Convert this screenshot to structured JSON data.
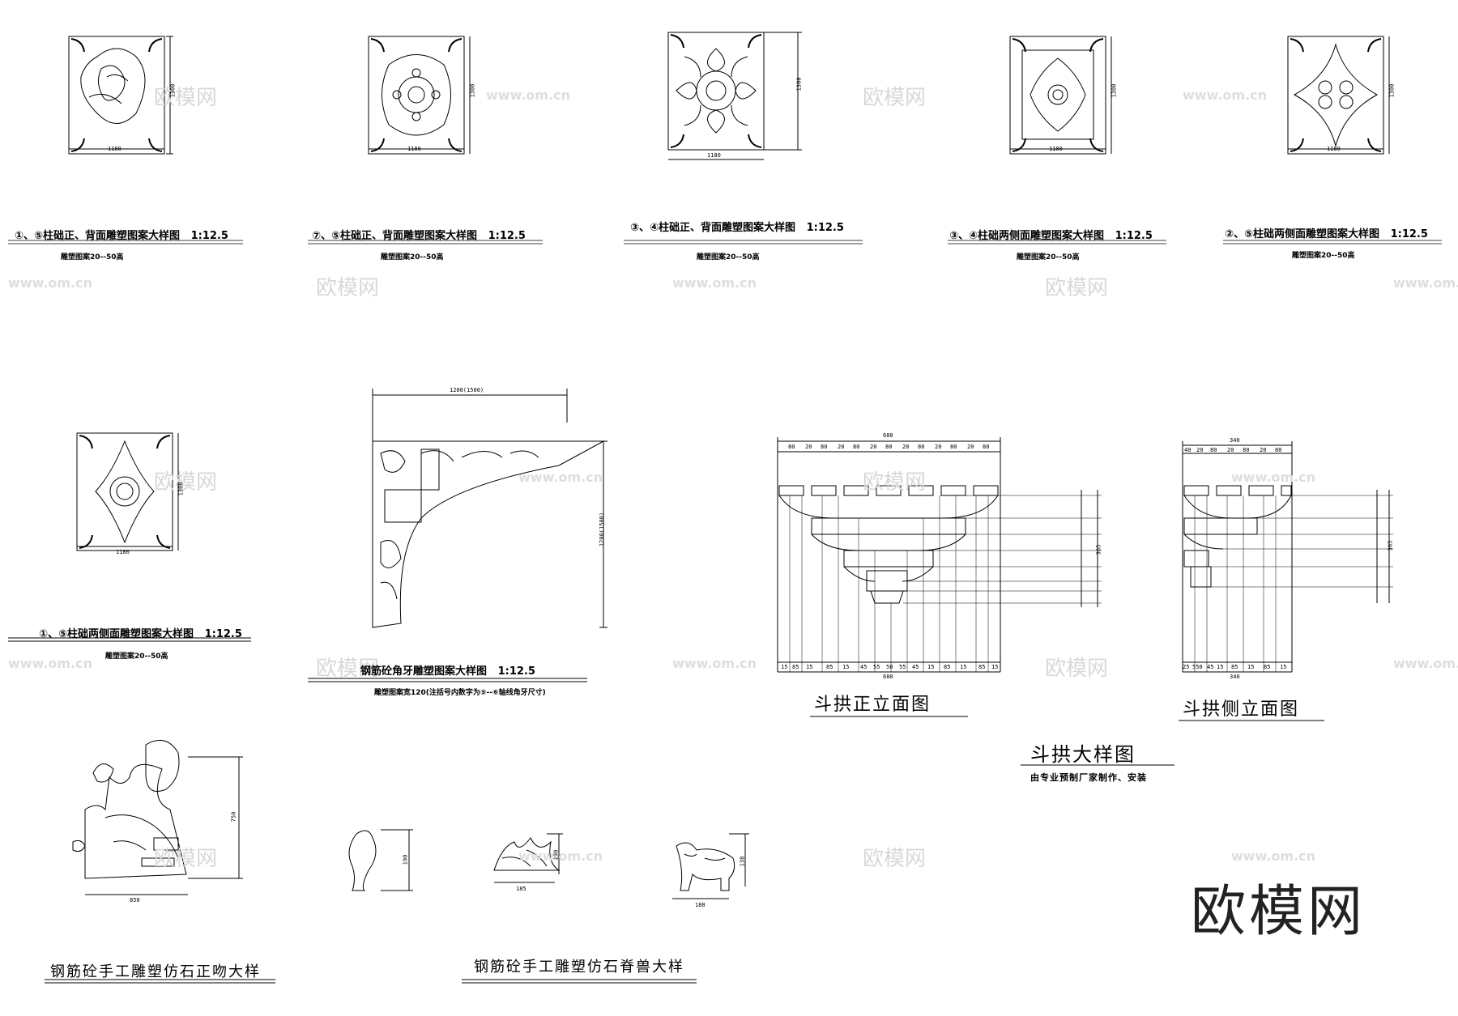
{
  "watermark": {
    "brand": "欧模网",
    "url": "www.om.cn"
  },
  "logo": {
    "text": "欧模网"
  },
  "panels": {
    "p1": {
      "title": "①、⑤柱础正、背面雕塑图案大样图",
      "scale": "1:12.5",
      "sub": "雕塑图案20--50高",
      "w": "1180",
      "h": "1300"
    },
    "p2": {
      "title": "⑦、⑤柱础正、背面雕塑图案大样图",
      "scale": "1:12.5",
      "sub": "雕塑图案20--50高",
      "w": "1180",
      "h": "1300"
    },
    "p3": {
      "title": "③、④柱础正、背面雕塑图案大样图",
      "scale": "1:12.5",
      "sub": "雕塑图案20--50高",
      "w": "1180",
      "h": "1300"
    },
    "p4": {
      "title": "③、④柱础两侧面雕塑图案大样图",
      "scale": "1:12.5",
      "sub": "雕塑图案20--50高",
      "w": "1180",
      "h": "1300"
    },
    "p5": {
      "title": "②、⑤柱础两侧面雕塑图案大样图",
      "scale": "1:12.5",
      "sub": "雕塑图案20--50高",
      "w": "1180",
      "h": "1300"
    },
    "p6": {
      "title": "①、⑤柱础两侧面雕塑图案大样图",
      "scale": "1:12.5",
      "sub": "雕塑图案20--50高",
      "w": "1180",
      "h": "1300"
    },
    "corner": {
      "title": "钢筋砼角牙雕塑图案大样图",
      "scale": "1:12.5",
      "sub": "雕塑图案宽120(注括号内数字为⑤--⑥轴线角牙尺寸)",
      "w": "1200(1500)",
      "h": "1200(1500)"
    }
  },
  "dougong": {
    "front_title": "斗拱正立面图",
    "side_title": "斗拱侧立面图",
    "main_title": "斗拱大样图",
    "note": "由专业预制厂家制作、安装",
    "front_total": "680",
    "front_top_dims": [
      "80",
      "20",
      "80",
      "20",
      "80",
      "20",
      "80",
      "20",
      "80",
      "20",
      "80",
      "20",
      "80"
    ],
    "front_bottom_dims": [
      "15",
      "85",
      "15",
      "85",
      "15",
      "45",
      "55",
      "50",
      "55",
      "45",
      "15",
      "85",
      "15",
      "85",
      "15"
    ],
    "front_right_total": "365",
    "side_total": "340",
    "side_top_dims": [
      "40",
      "20",
      "80",
      "20",
      "80",
      "20",
      "80"
    ],
    "side_bottom_dims": [
      "25",
      "550",
      "45",
      "15",
      "85",
      "15",
      "85",
      "15"
    ],
    "side_right_total": "365"
  },
  "sculpture": {
    "zhengwen_title": "钢筋砼手工雕塑仿石正吻大样",
    "zhengwen_w": "850",
    "zhengwen_h": "750",
    "jishou_title": "钢筋砼手工雕塑仿石脊兽大样",
    "beast1_h": "190",
    "beast2_w": "185",
    "beast2_h": "190",
    "beast3_w": "188",
    "beast3_h": "138"
  }
}
